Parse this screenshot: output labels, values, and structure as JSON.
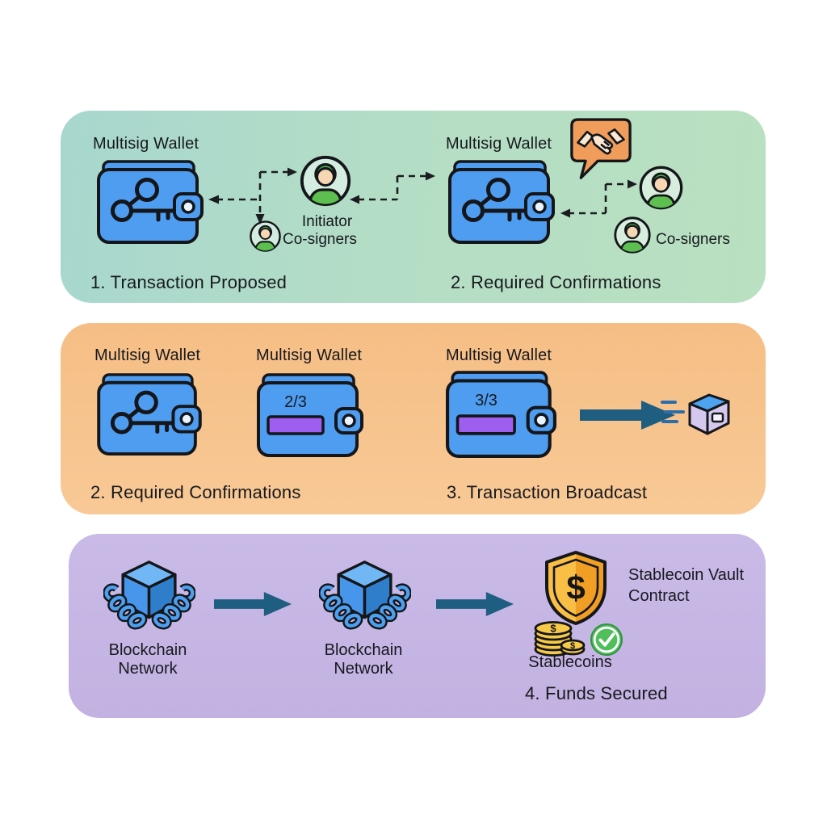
{
  "panel_proposed": {
    "wallet_labels": [
      "Multisig Wallet",
      "Multisig Wallet"
    ],
    "initiator_label": "Initiator",
    "cosigner_labels": [
      "Co-signers",
      "Co-signers"
    ],
    "caption_left": "1. Transaction Proposed",
    "caption_right": "2. Required Confirmations"
  },
  "panel_confirmations": {
    "wallet_labels": [
      "Multisig Wallet",
      "Multisig Wallet",
      "Multisig Wallet"
    ],
    "confirmation_counts": [
      "2/3",
      "3/3"
    ],
    "caption_left": "2. Required Confirmations",
    "caption_right": "3. Transaction Broadcast"
  },
  "panel_secured": {
    "network_labels": [
      {
        "line1": "Blockchain",
        "line2": "Network"
      },
      {
        "line1": "Blockchain",
        "line2": "Network"
      }
    ],
    "vault_label_line1": "Stablecoin Vault",
    "vault_label_line2": "Contract",
    "stablecoins_label": "Stablecoins",
    "caption": "4. Funds Secured"
  },
  "icons": {
    "wallet-keys-icon": "blue wallet with two crossed keys",
    "wallet-progress-icon": "blue wallet with purple confirmation bar",
    "person-icon": "green avatar in circle",
    "handshake-bubble-icon": "orange speech bubble with handshake",
    "broadcast-cube-icon": "flying block with speed lines",
    "blockchain-icon": "blue cube with chain links",
    "shield-dollar-icon": "gold shield with dollar sign",
    "coins-icon": "stack of gold dollar coins",
    "check-icon": "green circle with white checkmark",
    "flow-arrow-icon": "solid dark blue right arrow",
    "dashed-arrow-icon": "black dashed connector arrow"
  },
  "colors": {
    "wallet_blue": "#4E9DF1",
    "outline_dark": "#14161a",
    "arrow_dark_blue": "#1F5E80",
    "progress_purple": "#9E5FF0",
    "shield_gold_left": "#F9BE45",
    "shield_gold_right": "#F09E24",
    "coin_gold": "#F7C948",
    "check_green": "#4FBE5B",
    "avatar_green": "#5CBF50",
    "bubble_orange": "#F09D5C",
    "panel_green_left": "#A7D7CE",
    "panel_green_right": "#B9E0C0",
    "panel_orange": "#F6C28C",
    "panel_purple": "#C6B6E5"
  }
}
